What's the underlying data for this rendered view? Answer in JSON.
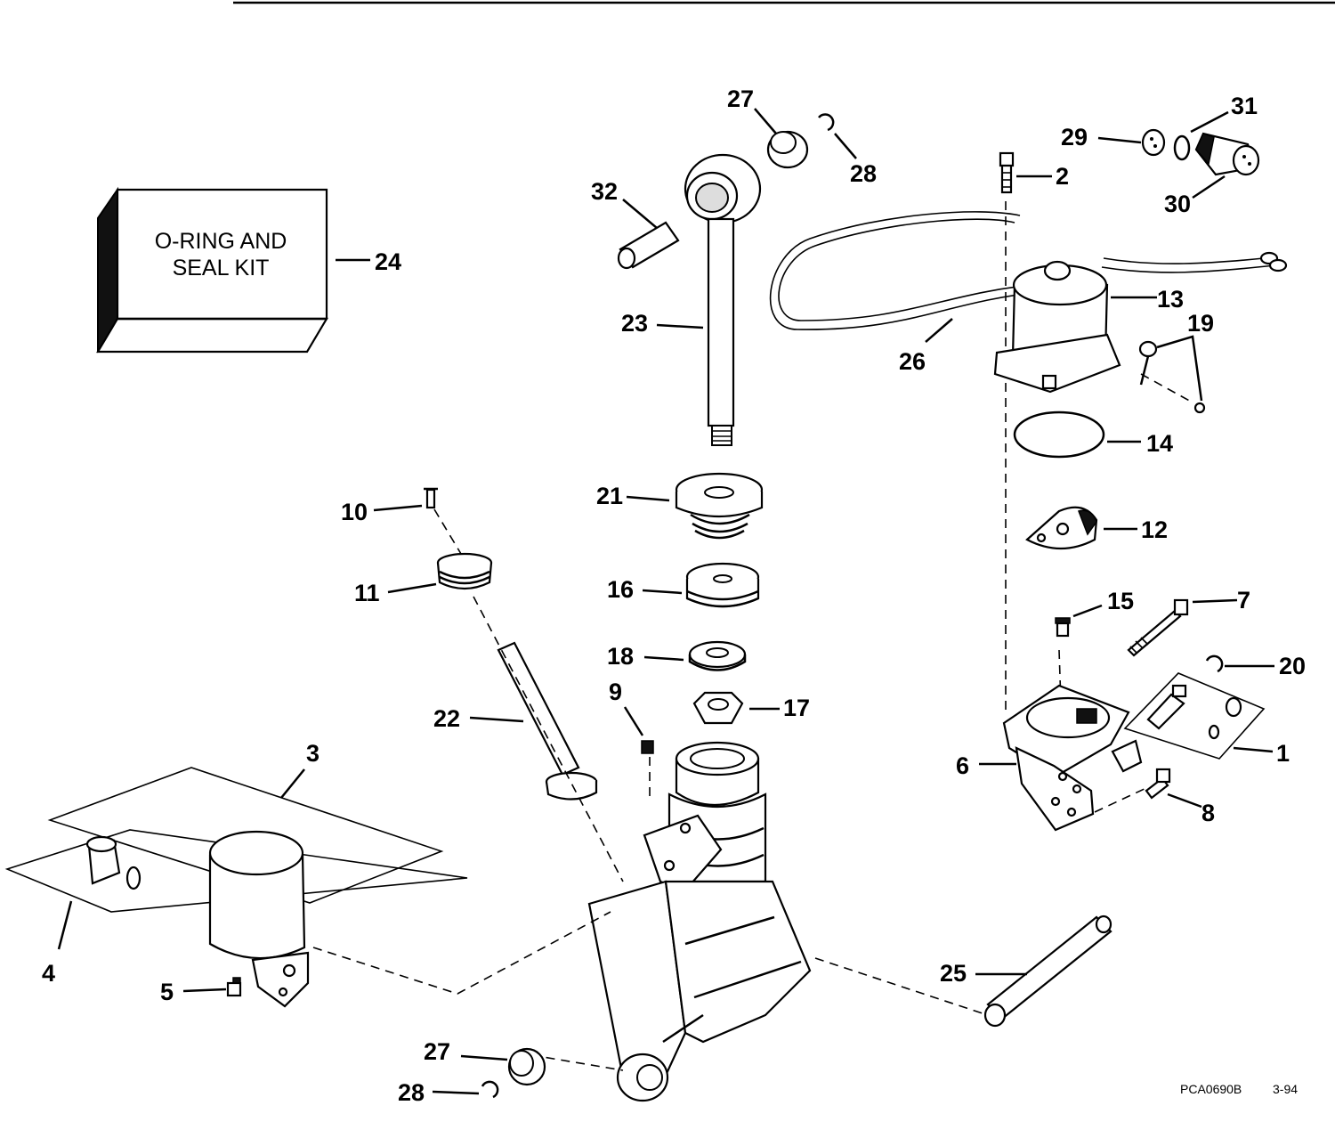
{
  "kit_box": {
    "line1": "O-RING AND",
    "line2": "SEAL KIT"
  },
  "callouts": {
    "c1": "1",
    "c2": "2",
    "c3": "3",
    "c4": "4",
    "c5": "5",
    "c6": "6",
    "c7": "7",
    "c8": "8",
    "c9": "9",
    "c10": "10",
    "c11": "11",
    "c12": "12",
    "c13": "13",
    "c14": "14",
    "c15": "15",
    "c16": "16",
    "c17": "17",
    "c18": "18",
    "c19": "19",
    "c20": "20",
    "c21": "21",
    "c22": "22",
    "c23": "23",
    "c24": "24",
    "c25": "25",
    "c26": "26",
    "c27a": "27",
    "c27b": "27",
    "c28a": "28",
    "c28b": "28",
    "c29": "29",
    "c30": "30",
    "c31": "31",
    "c32": "32"
  },
  "footer": {
    "drawing_code": "PCA0690B",
    "date": "3-94"
  }
}
